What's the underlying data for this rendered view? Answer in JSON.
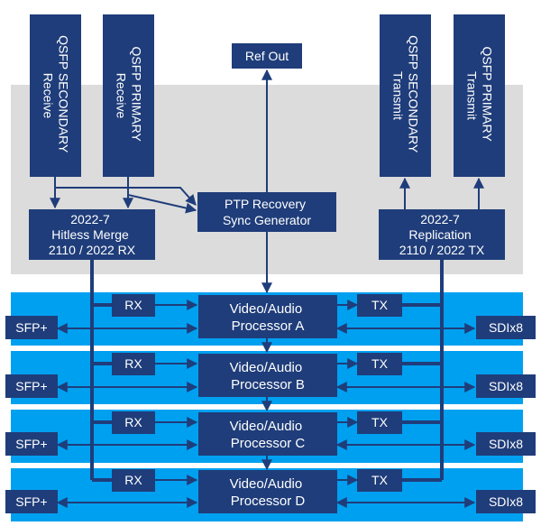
{
  "qsfp": {
    "secondary_receive": [
      "QSFP SECONDARY",
      "Receive"
    ],
    "primary_receive": [
      "QSFP PRIMARY",
      "Receive"
    ],
    "secondary_transmit": [
      "QSFP SECONDARY",
      "Transmit"
    ],
    "primary_transmit": [
      "QSFP PRIMARY",
      "Transmit"
    ]
  },
  "ref_out": "Ref Out",
  "ptp": [
    "PTP Recovery",
    "Sync Generator"
  ],
  "merge": [
    "2022-7",
    "Hitless Merge",
    "2110 / 2022 RX"
  ],
  "replication": [
    "2022-7",
    "Replication",
    "2110 / 2022 TX"
  ],
  "lanes": [
    {
      "sfp": "SFP+",
      "rx": "RX",
      "processor": [
        "Video/Audio",
        "Processor A"
      ],
      "tx": "TX",
      "sdi": "SDIx8"
    },
    {
      "sfp": "SFP+",
      "rx": "RX",
      "processor": [
        "Video/Audio",
        "Processor B"
      ],
      "tx": "TX",
      "sdi": "SDIx8"
    },
    {
      "sfp": "SFP+",
      "rx": "RX",
      "processor": [
        "Video/Audio",
        "Processor C"
      ],
      "tx": "TX",
      "sdi": "SDIx8"
    },
    {
      "sfp": "SFP+",
      "rx": "RX",
      "processor": [
        "Video/Audio",
        "Processor D"
      ],
      "tx": "TX",
      "sdi": "SDIx8"
    }
  ],
  "colors": {
    "box": "#1f3d7a",
    "panel_gray": "#dcdcdc",
    "lane_blue": "#00a0f0",
    "line": "#1f3d7a"
  }
}
